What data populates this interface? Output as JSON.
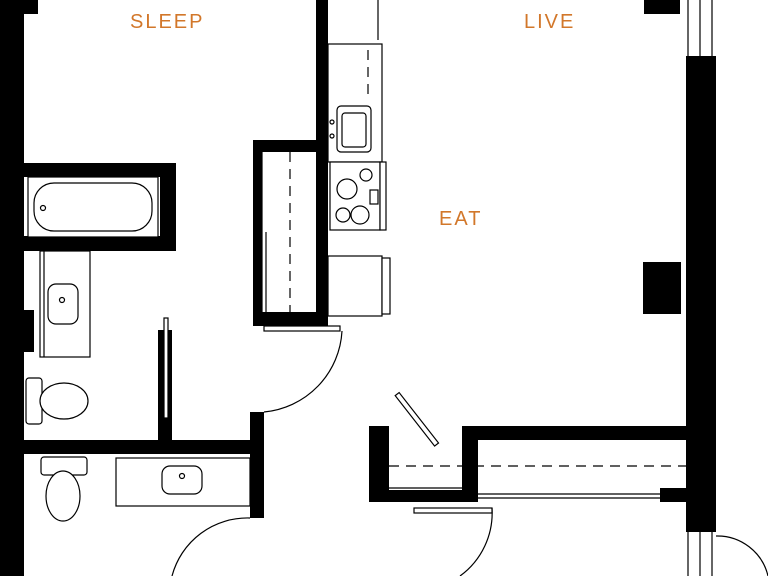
{
  "rooms": {
    "sleep": "SLEEP",
    "live": "LIVE",
    "eat": "EAT"
  },
  "colors": {
    "label": "#d2772a",
    "wall": "#000000",
    "fixture_line": "#000000",
    "fixture_fill": "#ffffff"
  }
}
